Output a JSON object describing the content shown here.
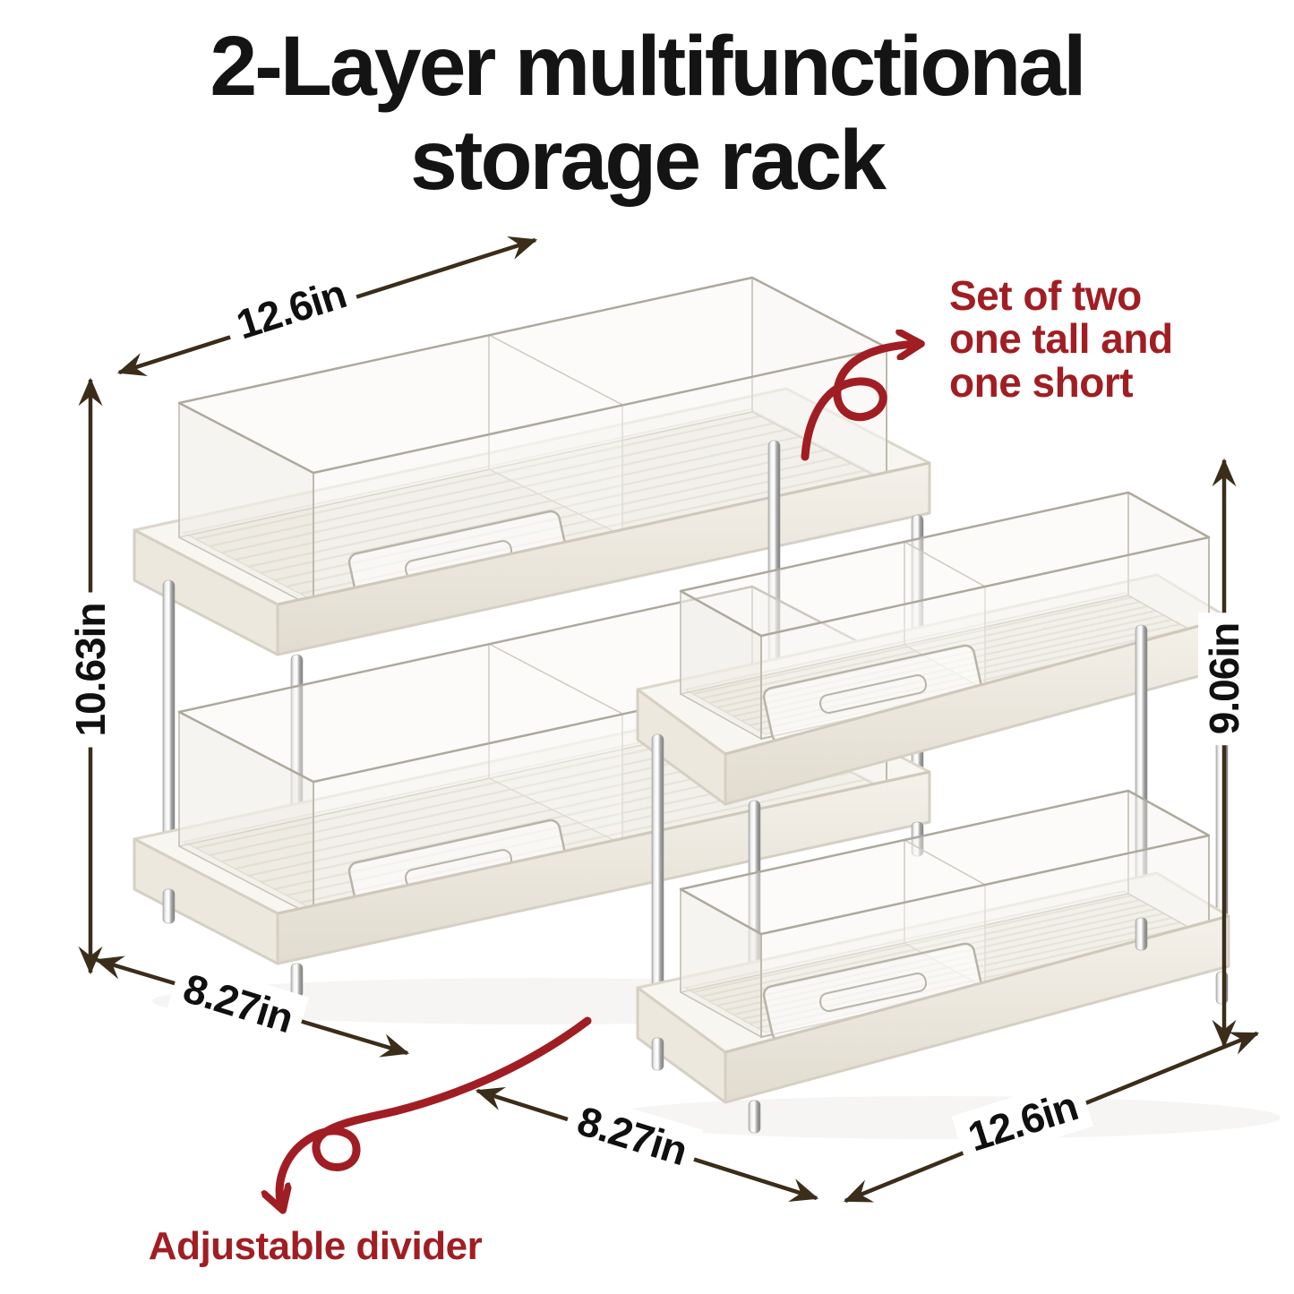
{
  "title": {
    "line1": "2-Layer multifunctional",
    "line2": "storage rack"
  },
  "annotations": {
    "set_note": {
      "lines": [
        "Set of two",
        "one tall and",
        "one short"
      ]
    },
    "divider_note": "Adjustable divider"
  },
  "dimensions": {
    "top_width": "12.6in",
    "left_height": "10.63in",
    "right_height": "9.06in",
    "left_depth": "8.27in",
    "middle_depth": "8.27in",
    "bottom_width": "12.6in"
  },
  "colors": {
    "accent_red": "#A01E23",
    "arrow_brown": "#3B2D1A",
    "title_black": "#141414",
    "tray_white": "#F8F6F1",
    "chrome_gray": "#C9C9C9"
  }
}
